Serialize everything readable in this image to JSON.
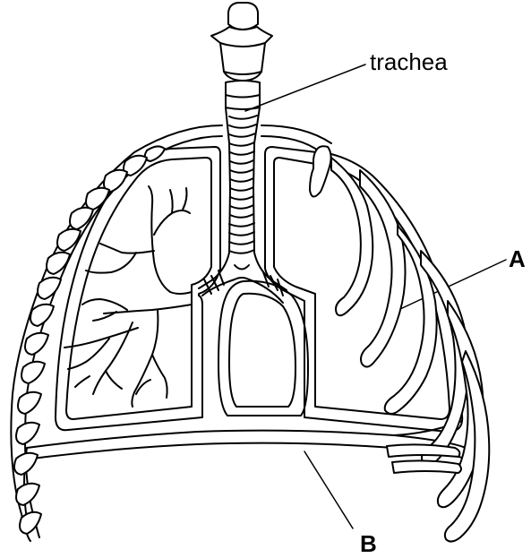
{
  "labels": {
    "trachea": "trachea",
    "a": "A",
    "b": "B"
  },
  "colors": {
    "line": "#000000",
    "fill": "#ffffff"
  }
}
